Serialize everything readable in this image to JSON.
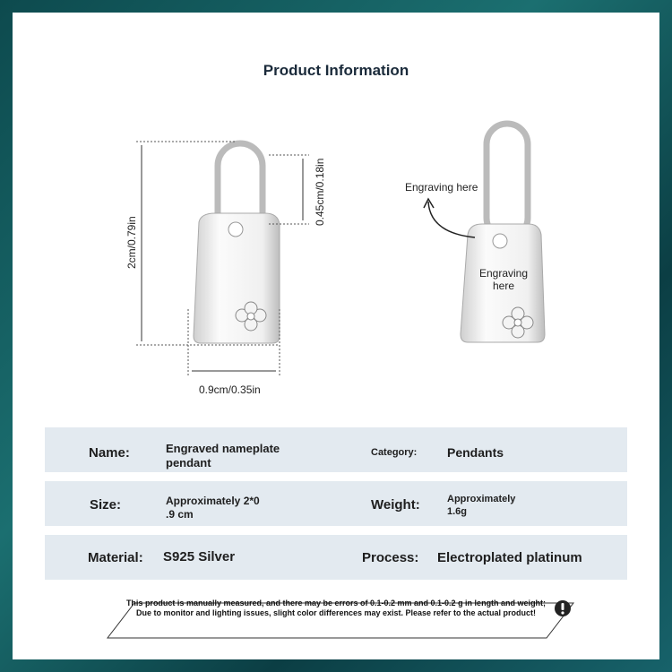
{
  "title": "Product Information",
  "dimensions": {
    "height": "2cm/0.79in",
    "ring": "0.45cm/0.18in",
    "width": "0.9cm/0.35in"
  },
  "engraving": {
    "top": "Engraving here",
    "front": "Engraving\nhere"
  },
  "rows": [
    {
      "k1": "Name:",
      "v1": "Engraved nameplate\npendant",
      "k2": "Category:",
      "v2": "Pendants"
    },
    {
      "k1": "Size:",
      "v1": "Approximately 2*0\n.9 cm",
      "k2": "Weight:",
      "v2": "Approximately\n1.6g"
    },
    {
      "k1": "Material:",
      "v1": "S925 Silver",
      "k2": "Process:",
      "v2": "Electroplated platinum"
    }
  ],
  "note": "This product is manually measured, and there may be errors of 0.1-0.2 mm and 0.1-0.2 g in length and weight; Due to monitor and lighting issues, slight color differences may exist. Please refer to the actual product!"
}
